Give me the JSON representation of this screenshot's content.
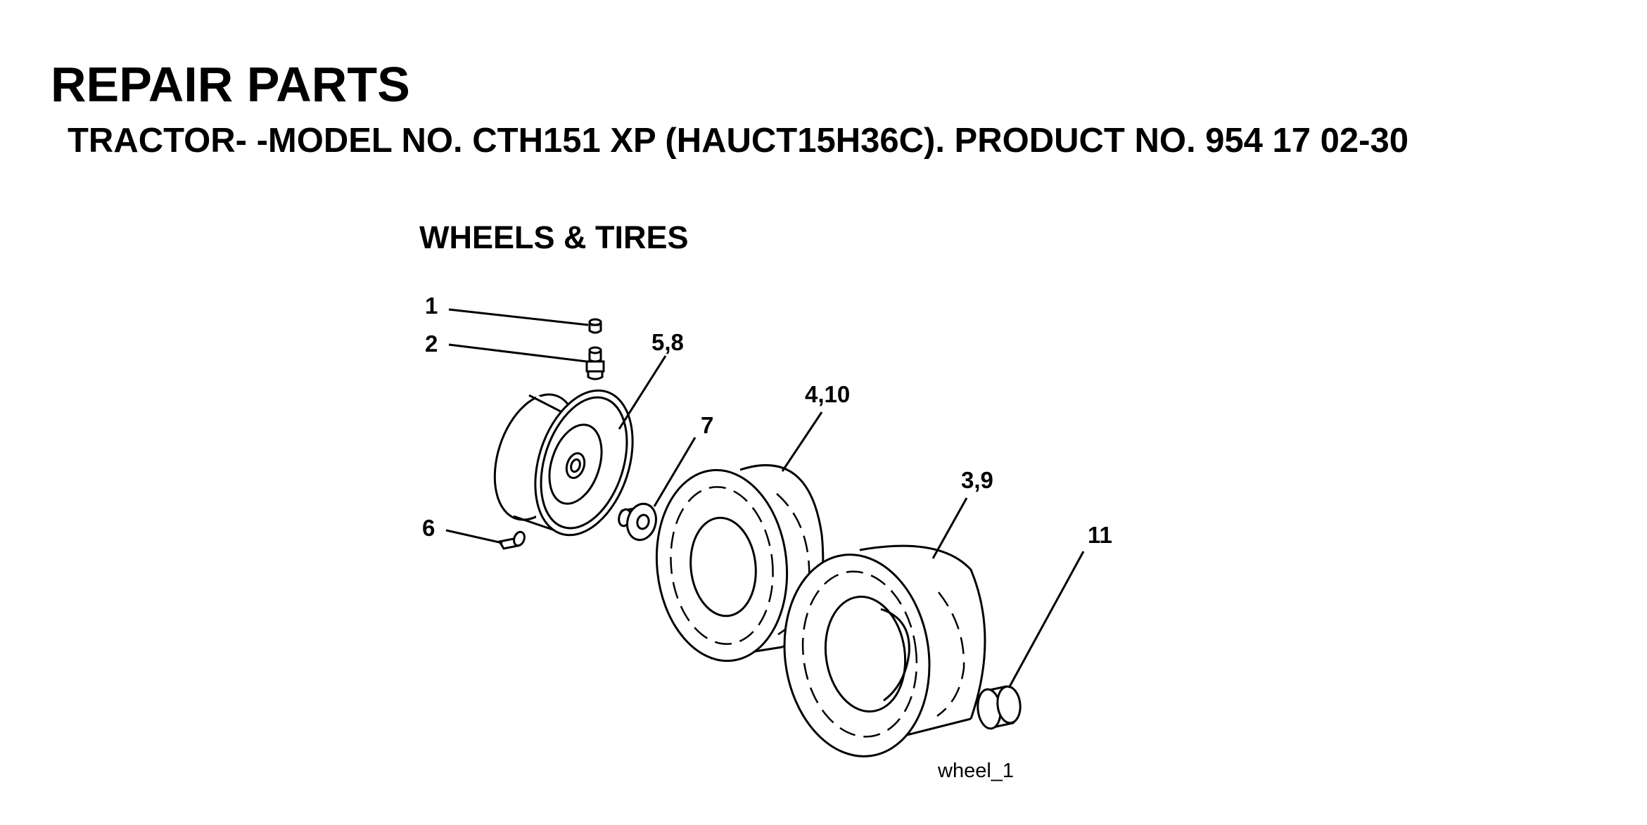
{
  "header": {
    "title": "REPAIR PARTS",
    "subtitle": "TRACTOR- -MODEL NO. CTH151 XP (HAUCT15H36C). PRODUCT NO. 954 17 02-30"
  },
  "section": {
    "title": "WHEELS & TIRES"
  },
  "callouts": {
    "c1": "1",
    "c2": "2",
    "c58": "5,8",
    "c7": "7",
    "c410": "4,10",
    "c39": "3,9",
    "c6": "6",
    "c11": "11"
  },
  "figure": {
    "id": "wheel_1"
  }
}
